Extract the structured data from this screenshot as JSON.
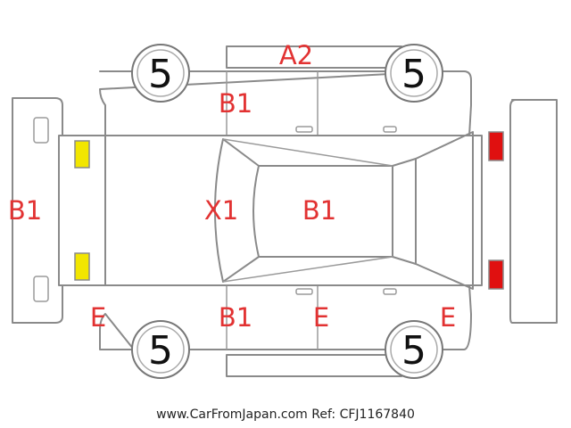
{
  "colors": {
    "damage_text": "#e23232",
    "tire_text": "#111111",
    "outline": "#8a8a8a",
    "front_lamp": "#f2e600",
    "rear_lamp": "#e01010"
  },
  "tires": {
    "front_left": "5",
    "rear_left": "5",
    "front_right": "5",
    "rear_right": "5"
  },
  "markings": {
    "roof_top": "A2",
    "left_front_door": "B1",
    "front_bumper": "B1",
    "hood": "X1",
    "roof": "B1",
    "front_right_corner": "E",
    "right_front_door": "B1",
    "right_rear_door": "E",
    "rear_right_corner": "E"
  },
  "footer": {
    "website": "www.CarFromJapan.com",
    "ref": "Ref: CFJ1167840"
  }
}
